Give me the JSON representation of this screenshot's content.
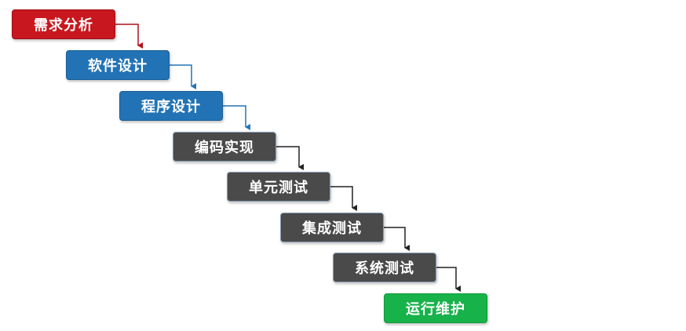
{
  "steps": [
    {
      "label": "需求分析",
      "color": "#c8171e"
    },
    {
      "label": "软件设计",
      "color": "#2273b5"
    },
    {
      "label": "程序设计",
      "color": "#2273b5"
    },
    {
      "label": "编码实现",
      "color": "#4a4a4a"
    },
    {
      "label": "单元测试",
      "color": "#4a4a4a"
    },
    {
      "label": "集成测试",
      "color": "#4a4a4a"
    },
    {
      "label": "系统测试",
      "color": "#4a4a4a"
    },
    {
      "label": "运行维护",
      "color": "#17b24a"
    }
  ],
  "connector_colors": {
    "red": "#b01018",
    "blue": "#2273b5",
    "dark": "#222222"
  }
}
